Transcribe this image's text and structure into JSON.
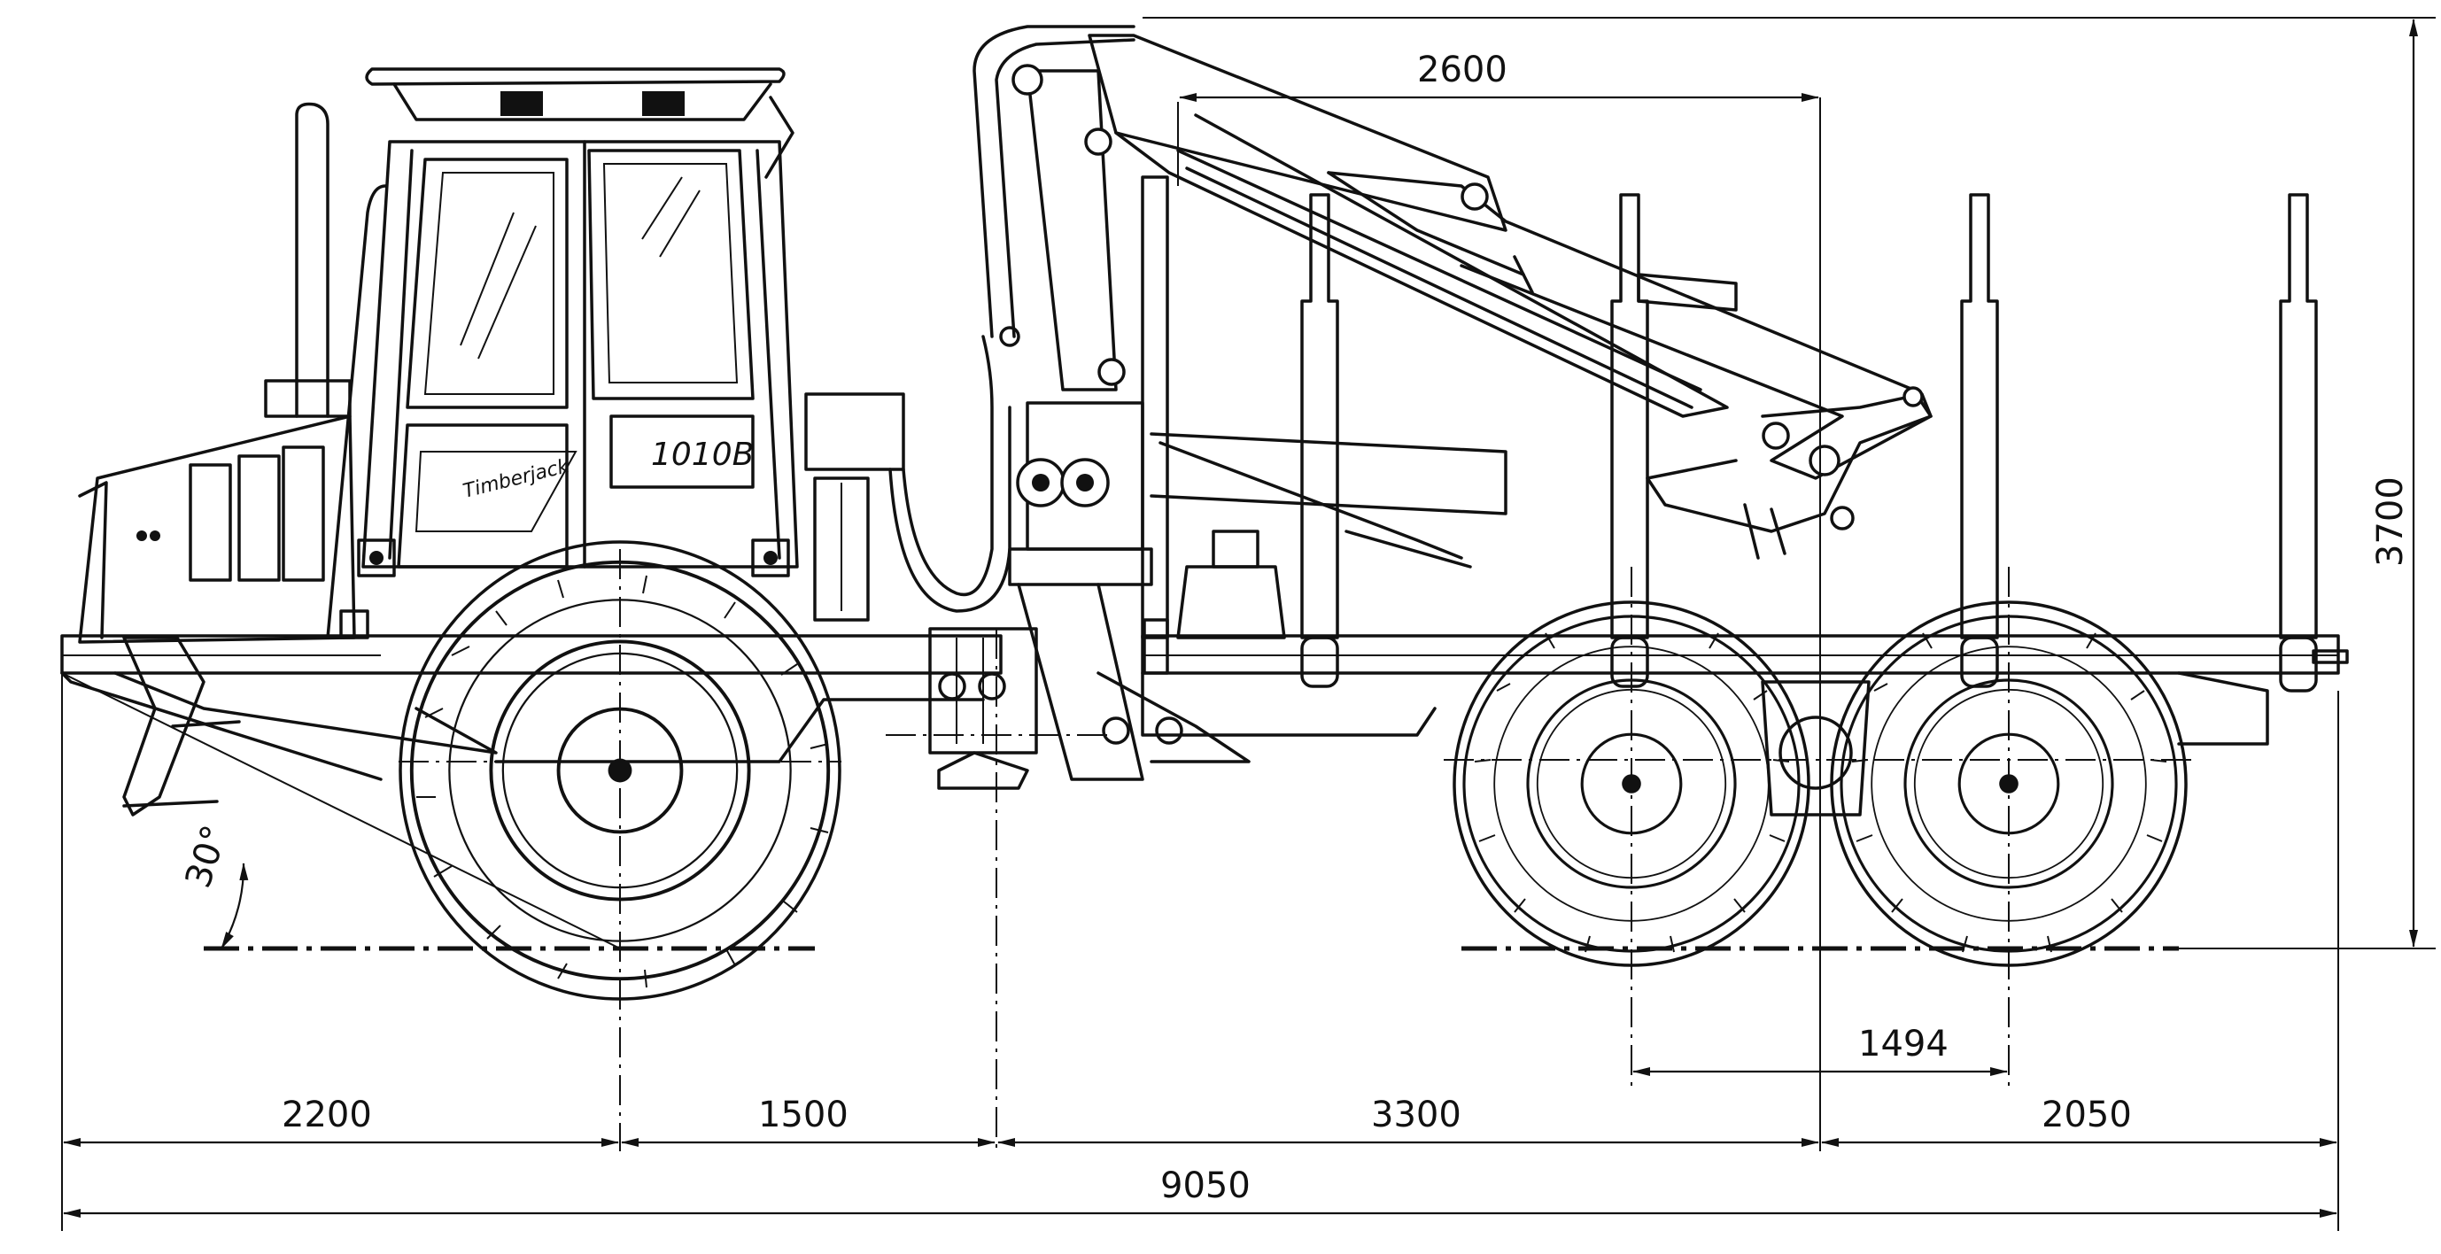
{
  "vehicle": {
    "brand_label": "Timberjack",
    "model_label": "1010B"
  },
  "dimensions": {
    "d_front_overhang": "2200",
    "d_front_axle_to_joint": "1500",
    "d_joint_to_bogie_center": "3300",
    "d_rear_overhang": "2050",
    "d_total_length": "9050",
    "d_crane_reach": "2600",
    "d_bogie_spacing": "1494",
    "d_height": "3700",
    "a_approach_angle": "30°"
  }
}
